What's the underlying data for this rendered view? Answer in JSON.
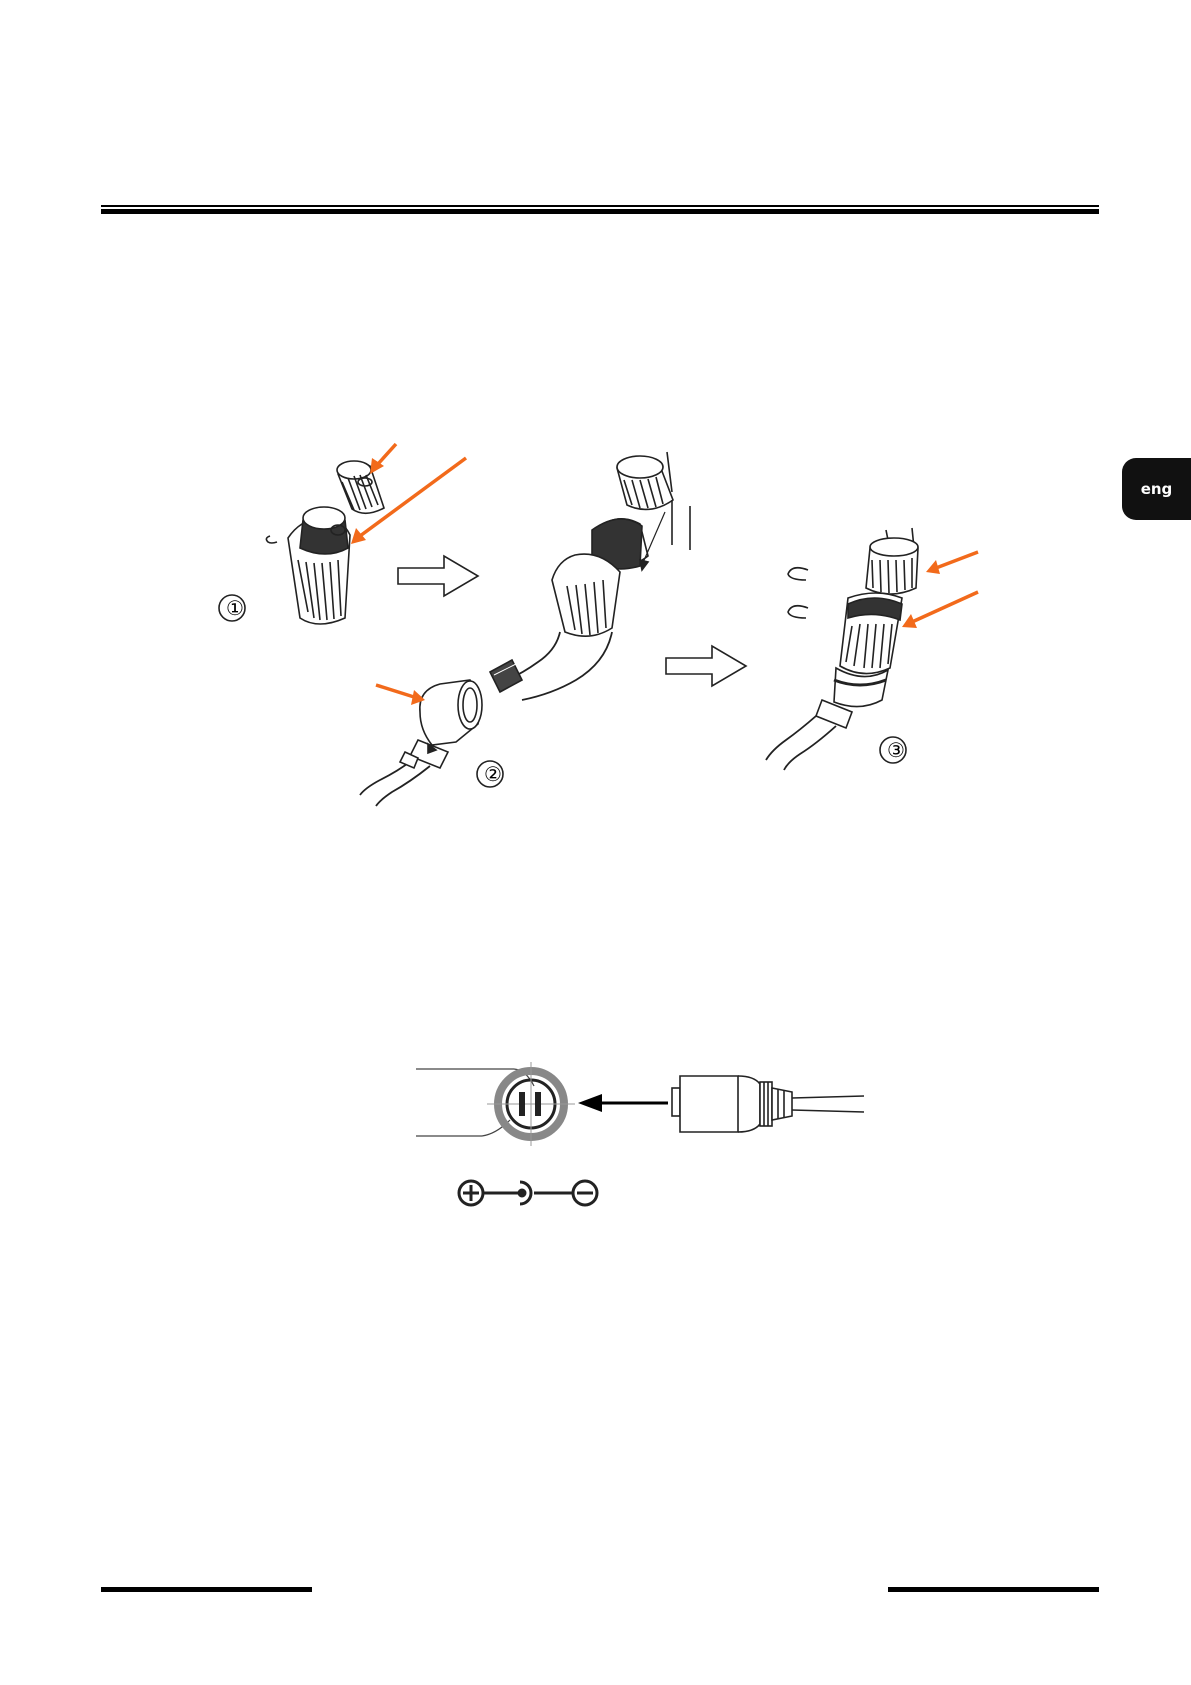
{
  "lang_tab": {
    "label": "eng"
  },
  "figure1": {
    "step_labels": [
      "①",
      "②",
      "③"
    ]
  },
  "colors": {
    "accent_arrow": "#F26A1B",
    "rule": "#000000",
    "tab_bg": "#111111"
  },
  "figure2": {
    "polarity_symbols": [
      "+",
      "-"
    ]
  }
}
